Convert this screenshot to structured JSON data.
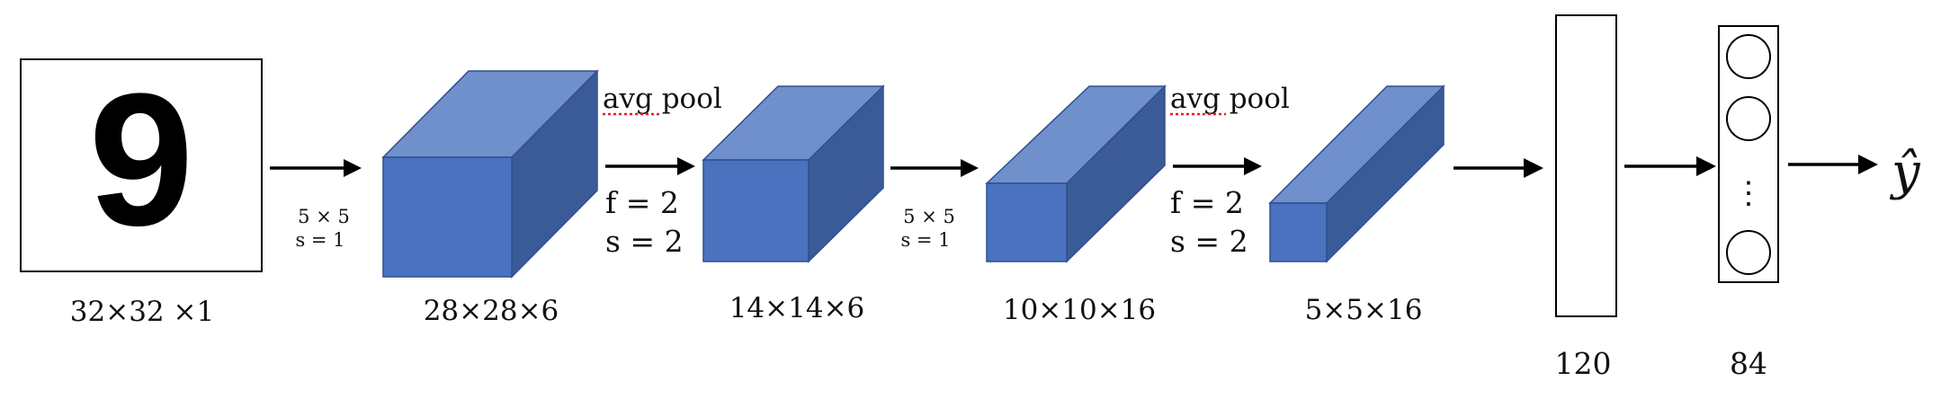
{
  "input": {
    "digit": "9",
    "dims": "32×32 ×1"
  },
  "layers": [
    {
      "dims": "28×28×6"
    },
    {
      "dims": "14×14×6"
    },
    {
      "dims": "10×10×16"
    },
    {
      "dims": "5×5×16"
    }
  ],
  "ops": {
    "conv1": {
      "line1": "5 × 5",
      "line2": "s = 1"
    },
    "pool1": {
      "name": "avg pool",
      "line1": "f = 2",
      "line2": "s = 2"
    },
    "conv2": {
      "line1": "5 × 5",
      "line2": "s = 1"
    },
    "pool2": {
      "name": "avg pool",
      "line1": "f = 2",
      "line2": "s = 2"
    }
  },
  "fc": [
    {
      "units": "120"
    },
    {
      "units": "84",
      "ellipsis": "⋮"
    }
  ],
  "output": {
    "label": "ŷ"
  },
  "colors": {
    "cube_front": "#4a72bf",
    "cube_top": "#7090cc",
    "cube_side": "#3b5b98"
  }
}
